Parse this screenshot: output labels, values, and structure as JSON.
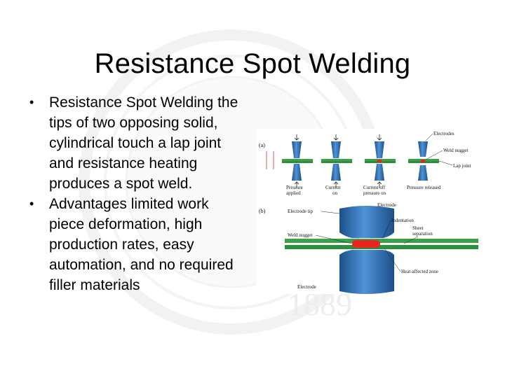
{
  "slide": {
    "title": "Resistance Spot Welding",
    "bullets": [
      "Resistance Spot Welding the tips of two opposing solid, cylindrical touch a lap joint and resistance heating produces a spot weld.",
      "Advantages limited work piece deformation, high production rates, easy automation, and no required filler materials"
    ]
  },
  "figure": {
    "part_a_label": "(a)",
    "part_b_label": "(b)",
    "labels_a": {
      "electrodes": "Electrodes",
      "weld_nugget": "Weld nugget",
      "lap_joint": "Lap joint",
      "pressure_applied": [
        "Pressure",
        "applied"
      ],
      "current_on": [
        "Current",
        "on"
      ],
      "current_off": [
        "Current off",
        "pressure on"
      ],
      "pressure_released": "Pressure released"
    },
    "labels_b": {
      "electrode_tip": "Electrode tip",
      "electrode_top": "Electrode",
      "indentation": "Indentation",
      "sheet_separation": [
        "Sheet",
        "separation"
      ],
      "weld_nugget": "Weld nugget",
      "heat_affected_zone": "Heat-affected zone",
      "electrode_bottom": "Electrode"
    },
    "colors": {
      "electrode": "#2c6fb3",
      "sheet": "#3aa34a",
      "nugget": "#e8261e"
    }
  },
  "watermark": {
    "text": "1889"
  }
}
